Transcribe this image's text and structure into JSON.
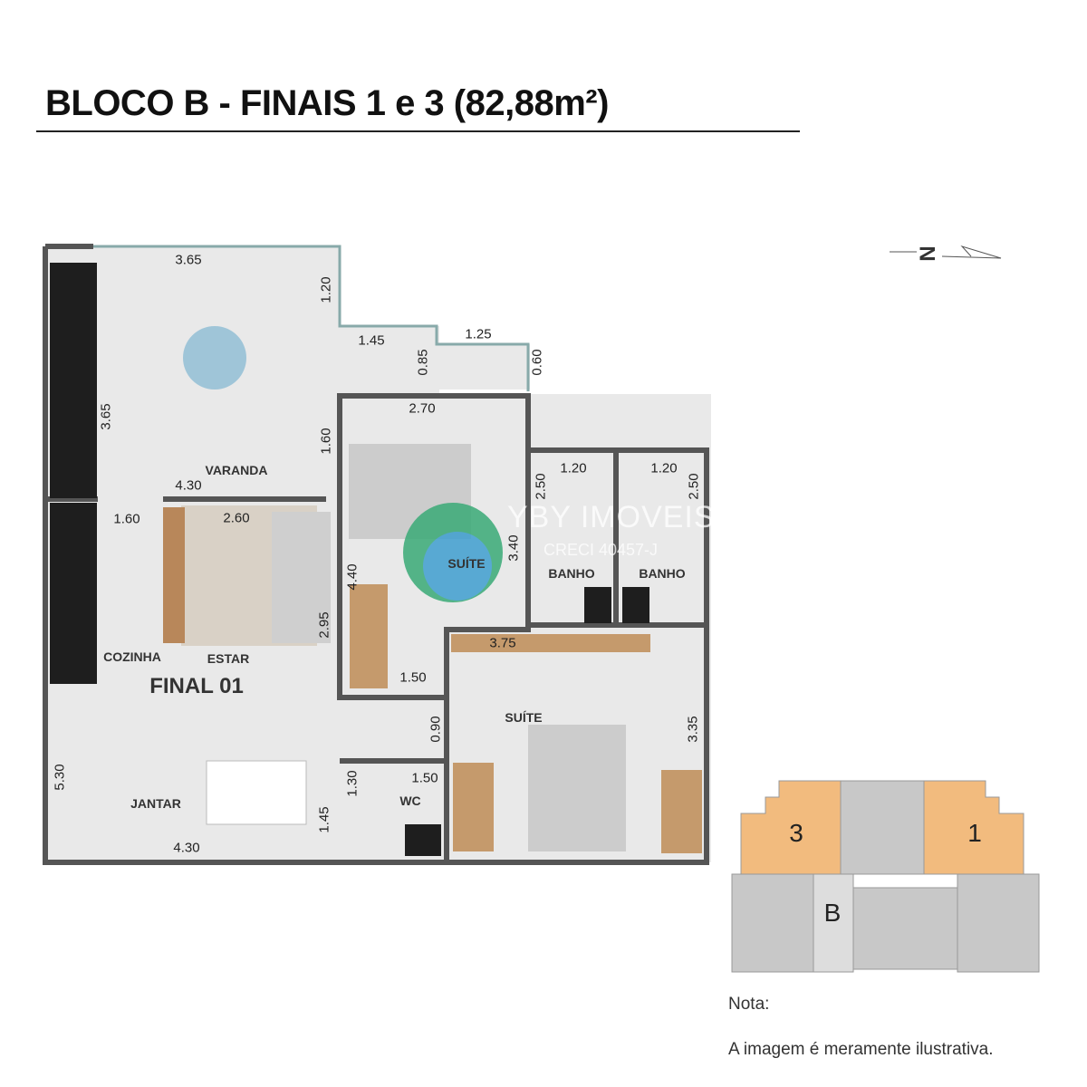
{
  "title": "BLOCO B - FINAIS 1 e 3 (82,88m²)",
  "compass": {
    "letter": "N"
  },
  "watermark": {
    "name": "YBY IMOVEIS",
    "creci": "CRECI 40457-J"
  },
  "rooms": {
    "varanda": "VARANDA",
    "suite1": "SUÍTE",
    "banho1": "BANHO",
    "banho2": "BANHO",
    "cozinha": "COZINHA",
    "estar": "ESTAR",
    "final": "FINAL 01",
    "suite2": "SUÍTE",
    "wc": "WC",
    "jantar": "JANTAR"
  },
  "dims": {
    "d1": "3.65",
    "d2": "1.20",
    "d3": "1.45",
    "d4": "0.85",
    "d5": "1.25",
    "d6": "0.60",
    "d7": "2.70",
    "d8": "3.65",
    "d9": "1.60",
    "d10": "4.30",
    "d11": "1.20",
    "d12": "1.20",
    "d13": "2.50",
    "d14": "2.50",
    "d15": "1.60",
    "d16": "2.60",
    "d17": "3.40",
    "d18": "4.40",
    "d19": "2.95",
    "d20": "3.75",
    "d21": "1.50",
    "d22": "0.90",
    "d23": "3.35",
    "d24": "5.30",
    "d25": "1.30",
    "d26": "1.50",
    "d27": "1.45",
    "d28": "4.30"
  },
  "key_plan": {
    "unit_left": "3",
    "unit_right": "1",
    "block": "B",
    "highlight_color": "#f2bb7e"
  },
  "note": {
    "label": "Nota:",
    "text": "A imagem é meramente ilustrativa."
  }
}
